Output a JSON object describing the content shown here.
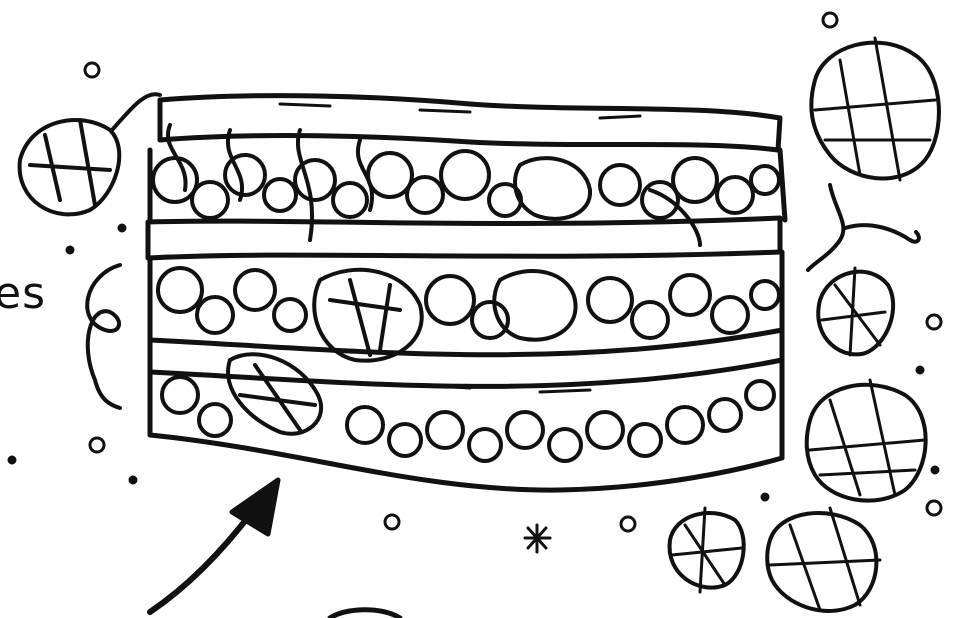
{
  "diagram": {
    "label_fragment": "es",
    "colors": {
      "ink": "#111111",
      "paper": "#ffffff"
    },
    "elements": {
      "layered_block": "layered-rock-block-illustration",
      "top_layer": "top-slab-layer",
      "upper_grains": "upper-grain-layer",
      "middle_band": "middle-slab-band",
      "middle_grains": "middle-grain-layer",
      "lower_band": "lower-slab-band",
      "lower_grains": "lower-grain-layer",
      "pointer": "arrow-icon",
      "loose_rocks": "loose-rock-icons",
      "debris": "debris-dots"
    }
  }
}
